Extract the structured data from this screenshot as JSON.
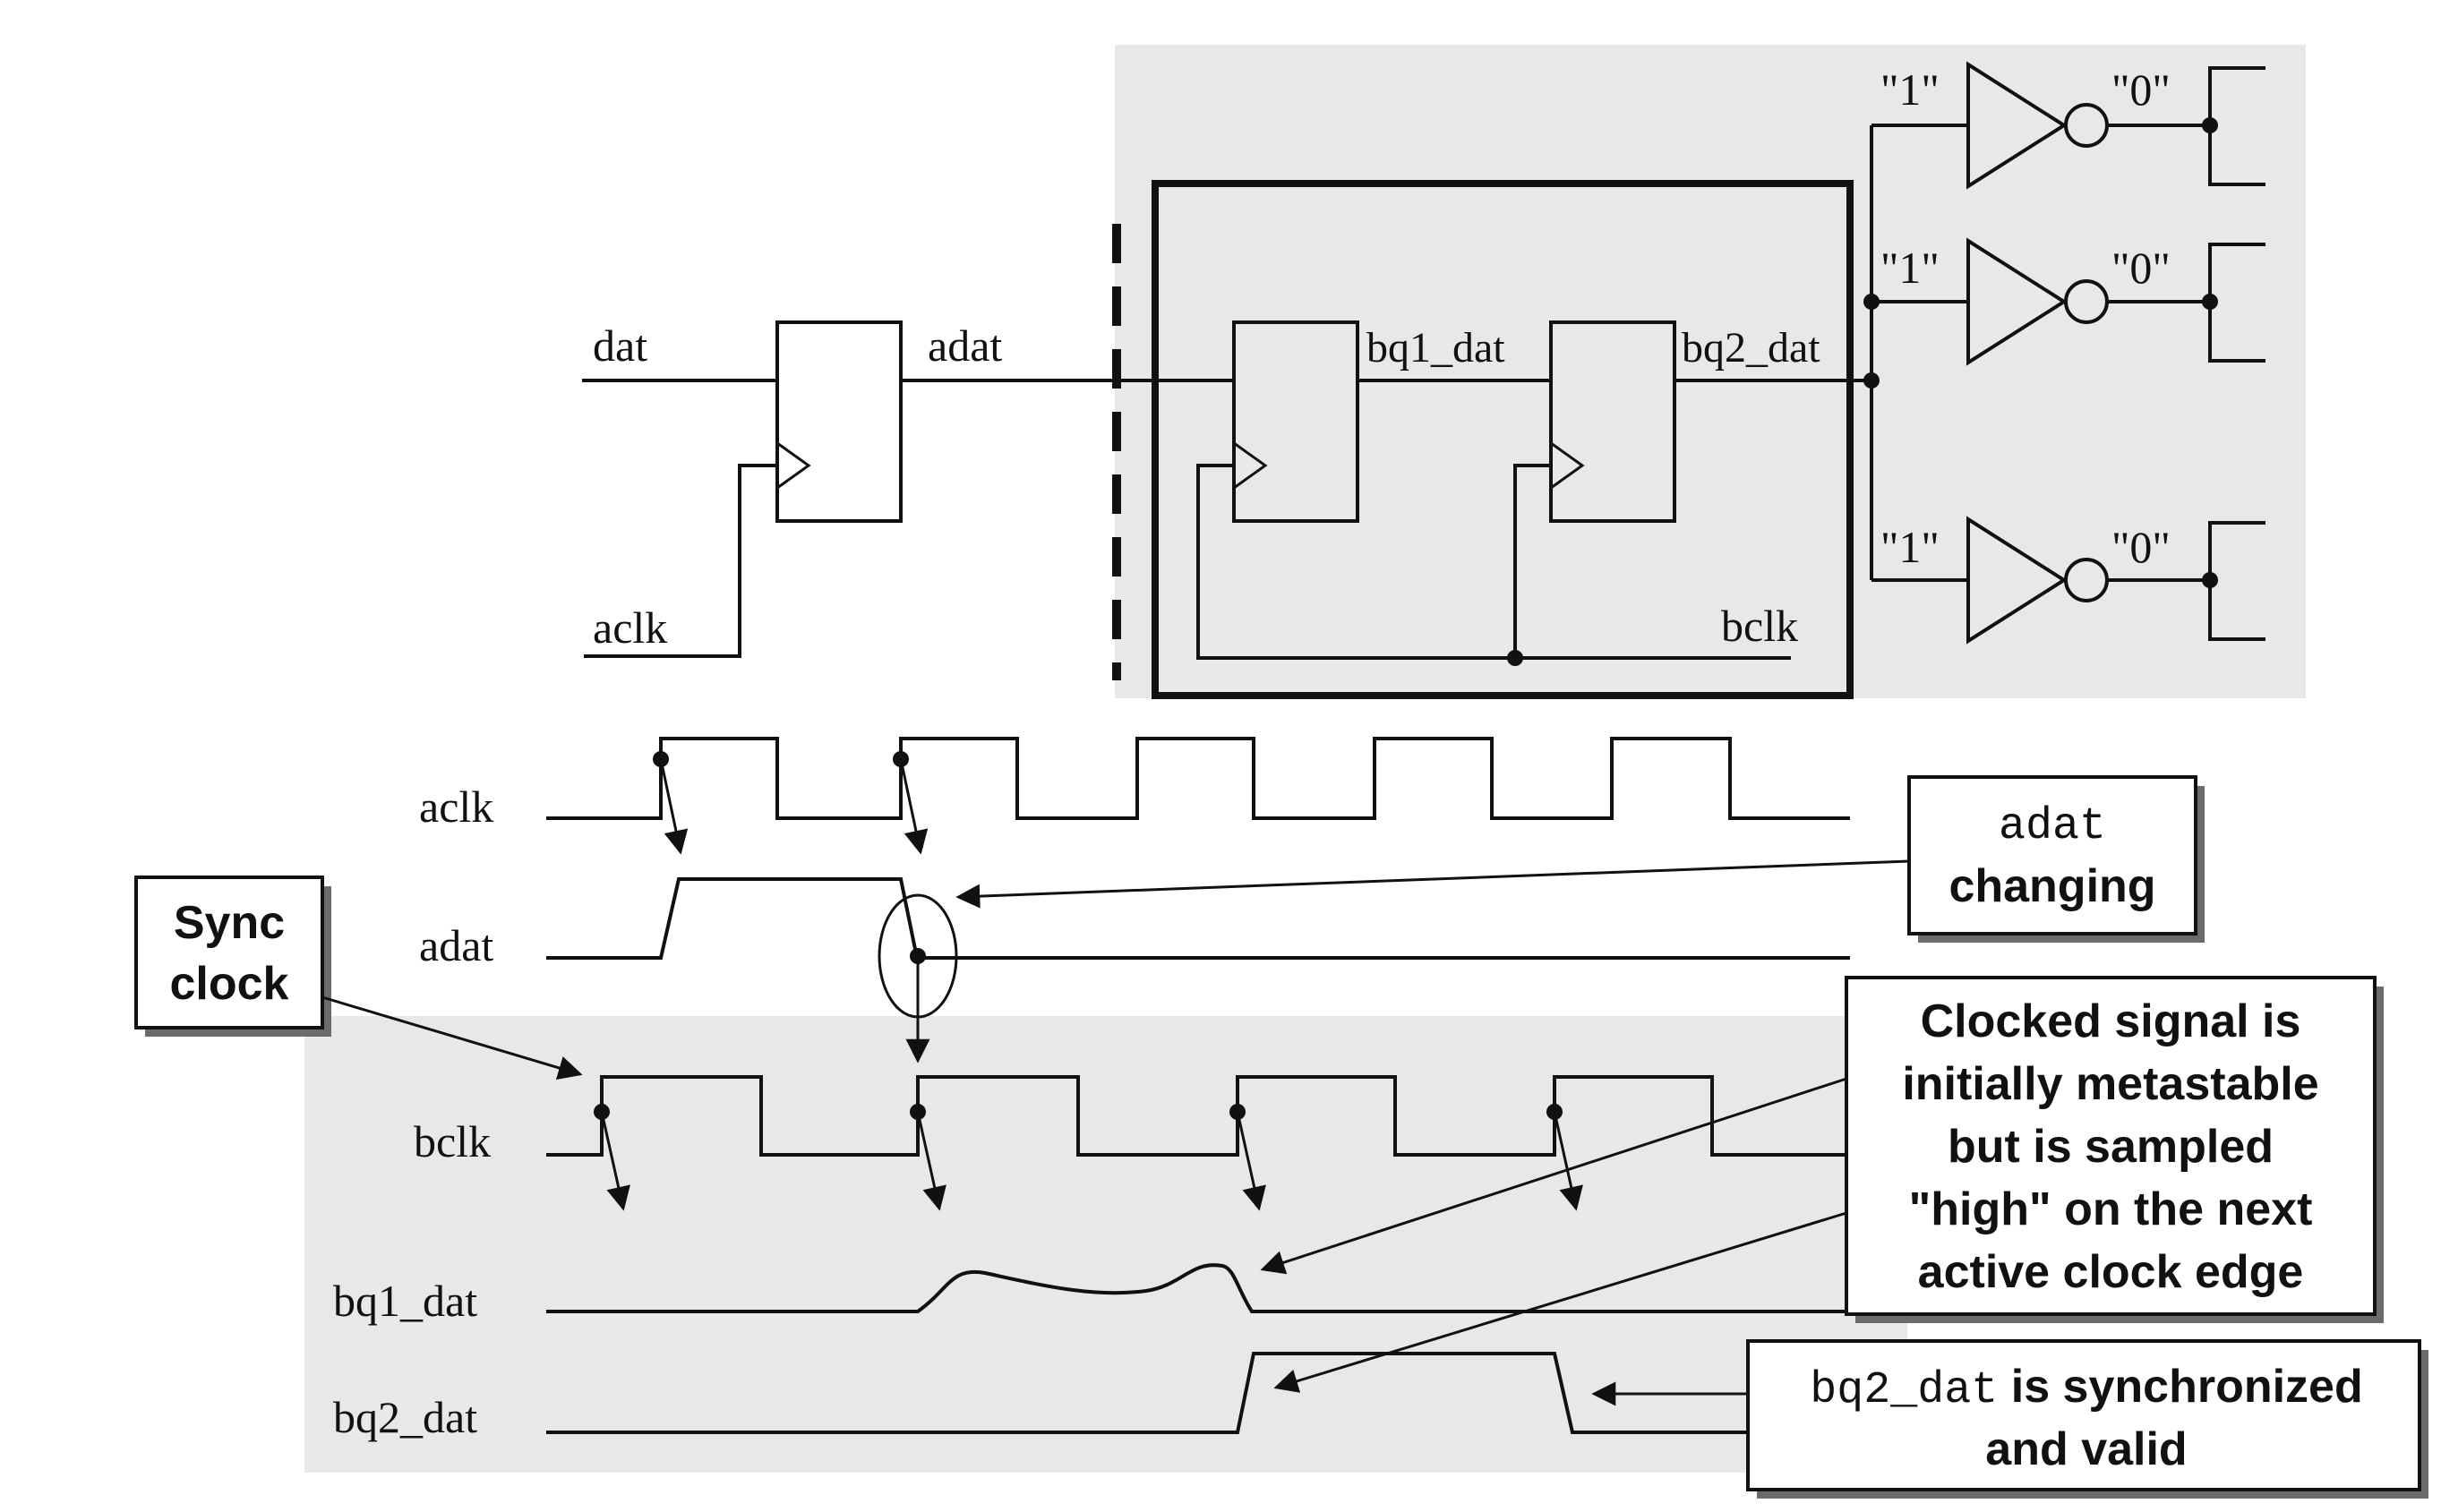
{
  "schematic": {
    "in_dat": "dat",
    "in_aclk": "aclk",
    "adat": "adat",
    "bq1_dat": "bq1_dat",
    "bq2_dat": "bq2_dat",
    "bclk": "bclk",
    "one_1": "\"1\"",
    "one_2": "\"1\"",
    "one_3": "\"1\"",
    "zero_1": "\"0\"",
    "zero_2": "\"0\"",
    "zero_3": "\"0\""
  },
  "timing": {
    "aclk": "aclk",
    "adat": "adat",
    "bclk": "bclk",
    "bq1_dat": "bq1_dat",
    "bq2_dat": "bq2_dat"
  },
  "callouts": {
    "adat_changing": {
      "code": "adat",
      "text": "changing"
    },
    "sync_clock": [
      "Sync",
      "clock"
    ],
    "metastable": [
      "Clocked signal is",
      "initially metastable",
      "but is sampled",
      "\"high\" on the next",
      "active clock edge"
    ],
    "synchronized": {
      "code": "bq2_dat",
      "rest": " is synchronized",
      "line2": "and valid"
    }
  },
  "colors": {
    "shade": "#e8e8e8",
    "ink": "#111111"
  }
}
